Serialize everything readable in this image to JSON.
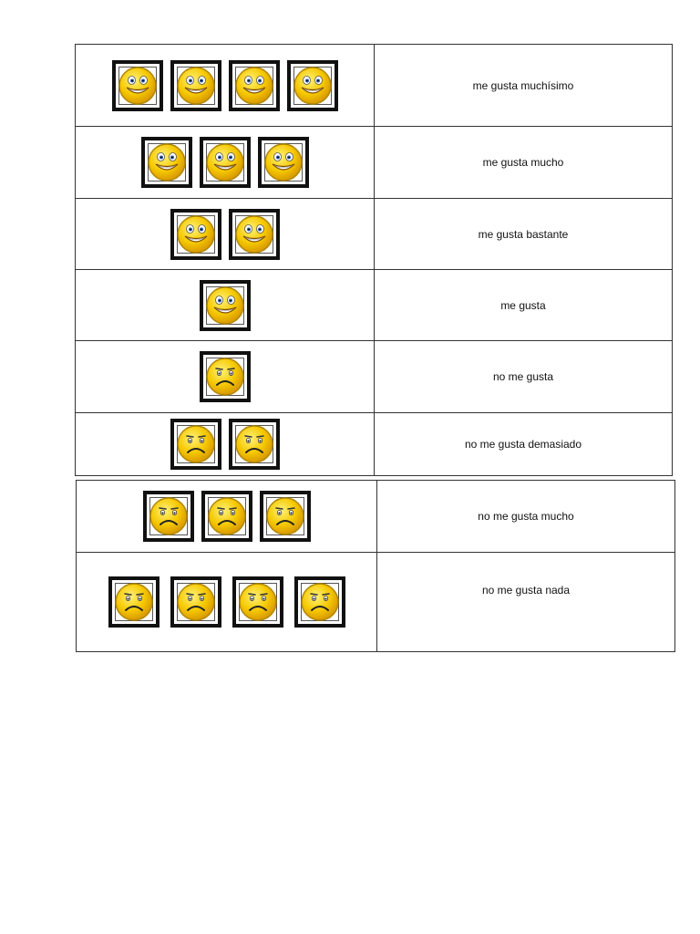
{
  "rows": [
    {
      "label": "me gusta muchísimo",
      "face": "happy-face-icon",
      "count": 4
    },
    {
      "label": "me gusta mucho",
      "face": "happy-face-icon",
      "count": 3
    },
    {
      "label": "me gusta bastante",
      "face": "happy-face-icon",
      "count": 2
    },
    {
      "label": "me gusta",
      "face": "happy-face-icon",
      "count": 1
    },
    {
      "label": "no me gusta",
      "face": "sad-face-icon",
      "count": 1
    },
    {
      "label": "no me gusta demasiado",
      "face": "sad-face-icon",
      "count": 2
    },
    {
      "label": "no me gusta mucho",
      "face": "sad-face-icon",
      "count": 3
    },
    {
      "label": "no me gusta nada",
      "face": "sad-face-icon",
      "count": 4
    }
  ],
  "colors": {
    "face_fill": "#f5c800",
    "face_stroke": "#b08600",
    "frame": "#111111",
    "border": "#333333"
  }
}
